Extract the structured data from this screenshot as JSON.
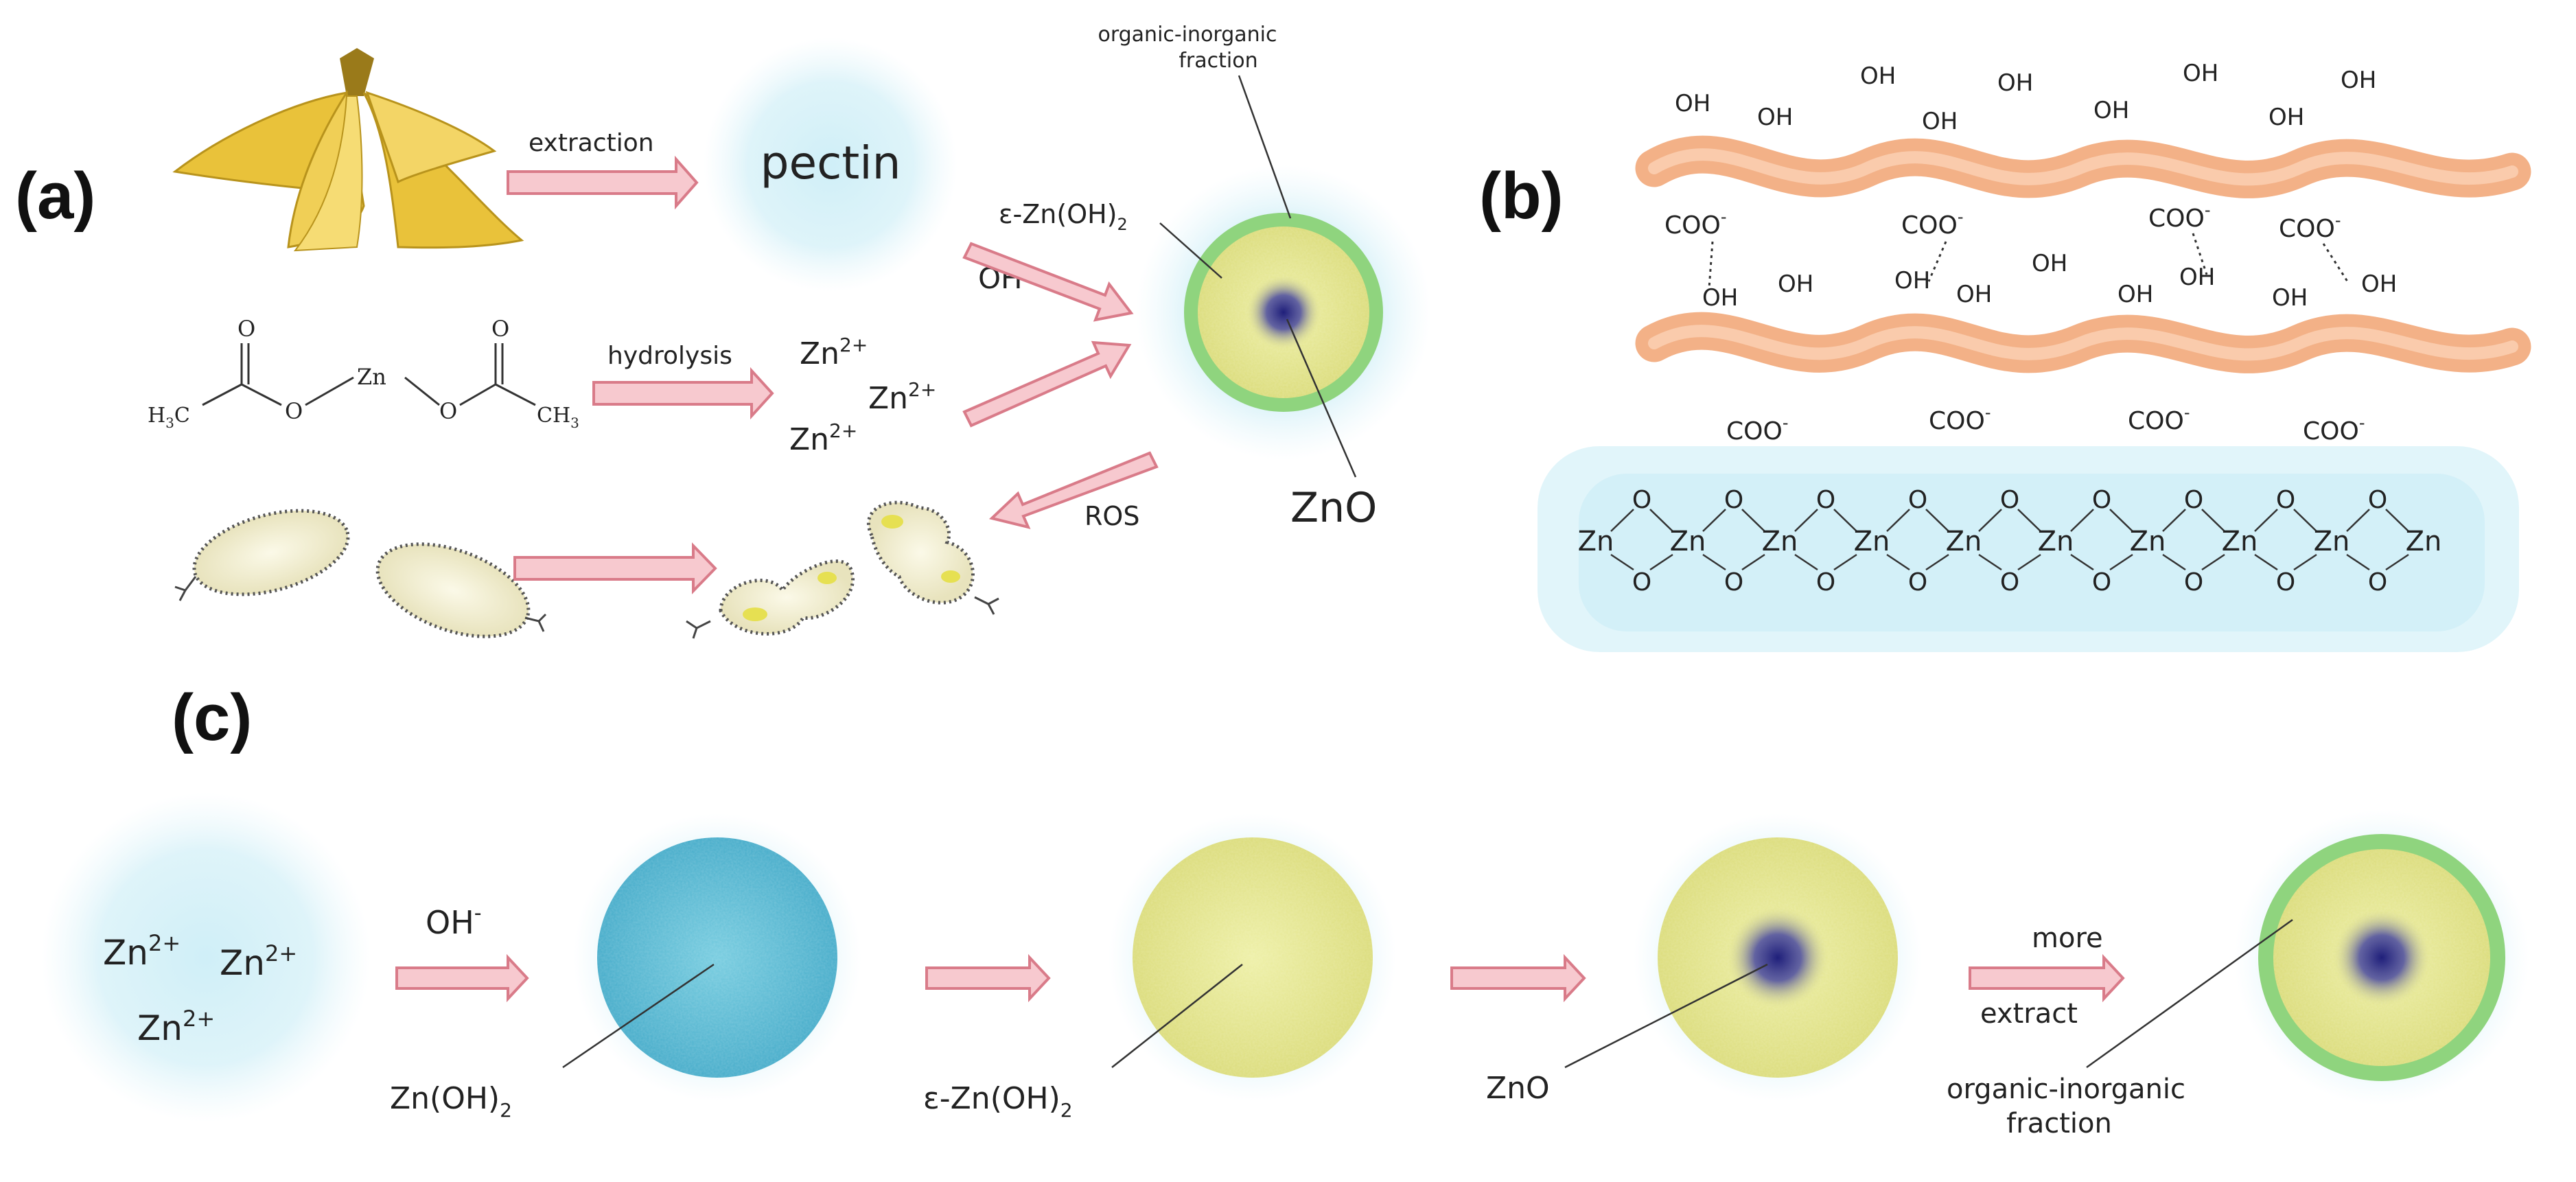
{
  "panels": {
    "a": "(a)",
    "b": "(b)",
    "c": "(c)"
  },
  "a": {
    "extraction": "extraction",
    "pectin": "pectin",
    "hydrolysis": "hydrolysis",
    "zn_ion": "Zn",
    "zn_charge": "2+",
    "oh": "OH",
    "oh_charge": "-",
    "ros": "ROS",
    "eps_zn_oh2": "ε-Zn(OH)",
    "sub2": "2",
    "org_inorg_1": "organic-inorganic",
    "org_inorg_2": "fraction",
    "zno": "ZnO",
    "mol_o": "O",
    "mol_zn": "Zn",
    "mol_h3c": "H",
    "mol_ch3": "CH",
    "mol_sub3": "3",
    "mol_c_after_h": "C"
  },
  "b": {
    "oh": "OH",
    "coo": "COO",
    "minus": "-",
    "zn": "Zn",
    "o": "O"
  },
  "c": {
    "zn": "Zn",
    "zn_charge": "2+",
    "oh": "OH",
    "oh_charge": "-",
    "zn_oh2": "Zn(OH)",
    "eps_zn_oh2": "ε-Zn(OH)",
    "sub2": "2",
    "zno": "ZnO",
    "more": "more",
    "extract": "extract",
    "org_inorg_1": "organic-inorganic",
    "org_inorg_2": "fraction"
  },
  "colors": {
    "haze": "#cdeef7",
    "arrow_fill": "#f7c9cf",
    "arrow_stroke": "#d97b89",
    "yellow": "#e4e58f",
    "green_shell": "#8fd47e",
    "blue_core": "#2b2e86",
    "cyan_sphere": "#5fbdd6",
    "pectin_chain": "#f2a87a",
    "banana": "#e9c23a",
    "bacteria": "#f3f0d6"
  }
}
